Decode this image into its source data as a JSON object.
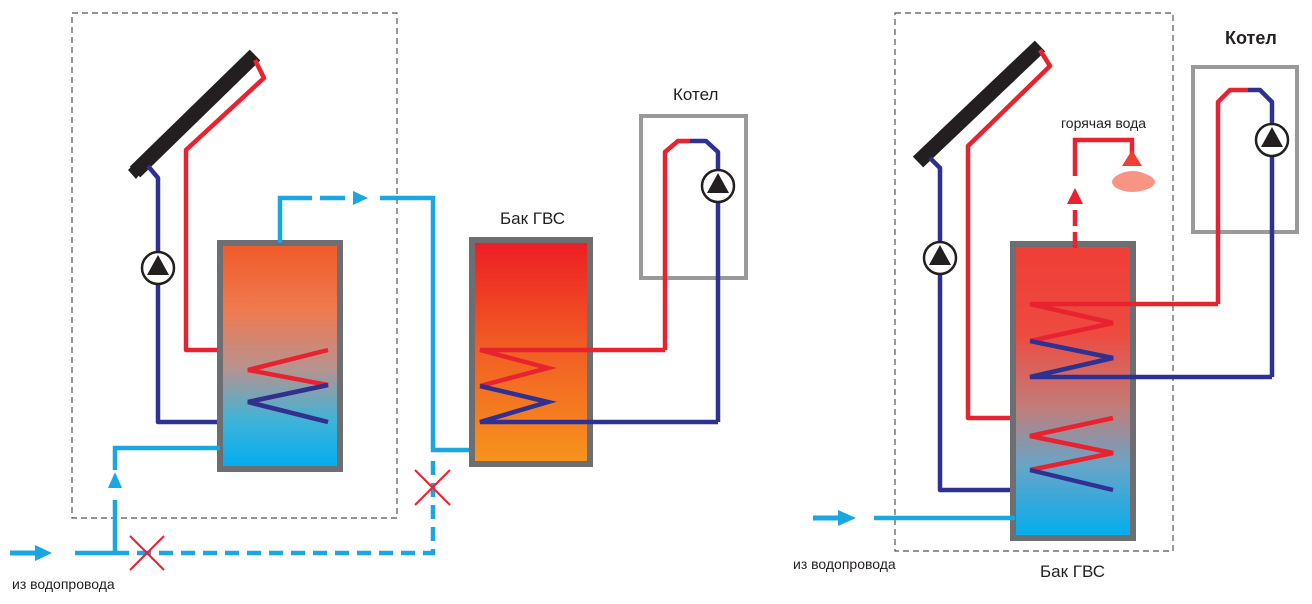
{
  "left_scheme": {
    "tank_label": "Бак ГВС",
    "boiler_label": "Котел",
    "inlet_label": "из водопровода"
  },
  "right_scheme": {
    "tank_label": "Бак ГВС",
    "boiler_label": "Котел",
    "inlet_label": "из водопровода",
    "hot_water_label": "горячая вода"
  },
  "colors": {
    "hot": "#e8222f",
    "cold_loop": "#2e3192",
    "water": "#1aa7e1",
    "frame": "#999999",
    "tank_border": "#6d6e71",
    "panel": "#231f20",
    "cross": "#e8222f",
    "tank_left_top": "#f05a28",
    "tank_left_bottom": "#00aeef",
    "tank_mid_top": "#ed1c24",
    "tank_mid_bottom": "#f7941d",
    "tank_right_top": "#ef3e36",
    "tank_right_bottom": "#00aeef",
    "tap_cone": "#ef4036",
    "tap_spray": "#f79585"
  },
  "icons": {
    "pump": "pump-icon",
    "solar": "solar-collector-icon",
    "tap": "shower-tap-icon",
    "blocked": "cross-mark-icon"
  }
}
